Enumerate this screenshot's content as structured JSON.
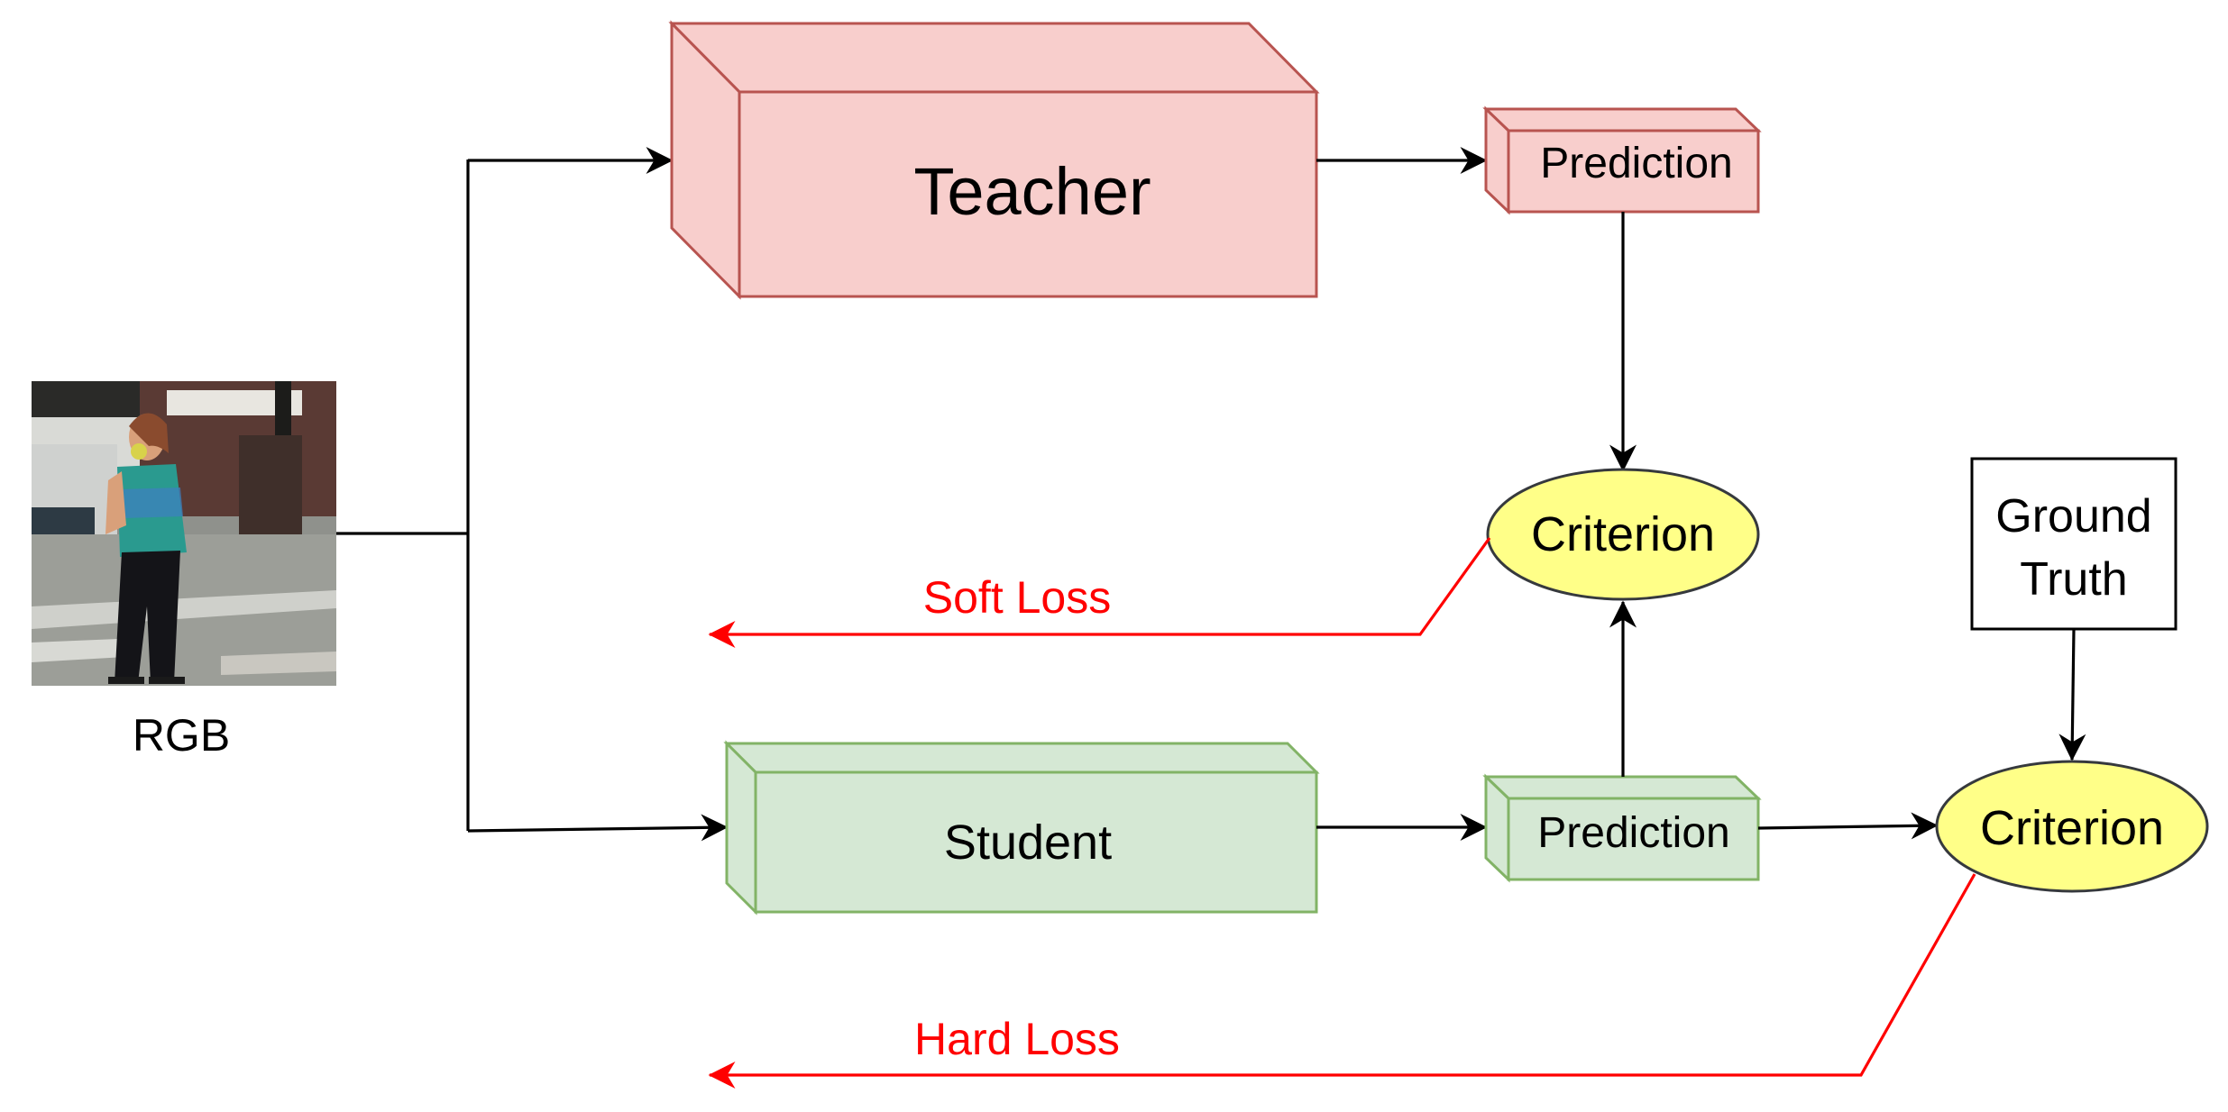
{
  "colors": {
    "teacher_fill": "#f8cecc",
    "teacher_stroke": "#b85450",
    "student_fill": "#d5e8d4",
    "student_stroke": "#82b366",
    "criterion_fill": "#ffff88",
    "criterion_stroke": "#36393d",
    "loss_color": "#ff0000",
    "arrow_color": "#000000"
  },
  "input": {
    "label": "RGB"
  },
  "teacher": {
    "label": "Teacher",
    "prediction_label": "Prediction"
  },
  "student": {
    "label": "Student",
    "prediction_label": "Prediction"
  },
  "criterion_soft": {
    "label": "Criterion"
  },
  "criterion_hard": {
    "label": "Criterion"
  },
  "ground_truth": {
    "line1": "Ground",
    "line2": "Truth"
  },
  "losses": {
    "soft": "Soft Loss",
    "hard": "Hard Loss"
  }
}
